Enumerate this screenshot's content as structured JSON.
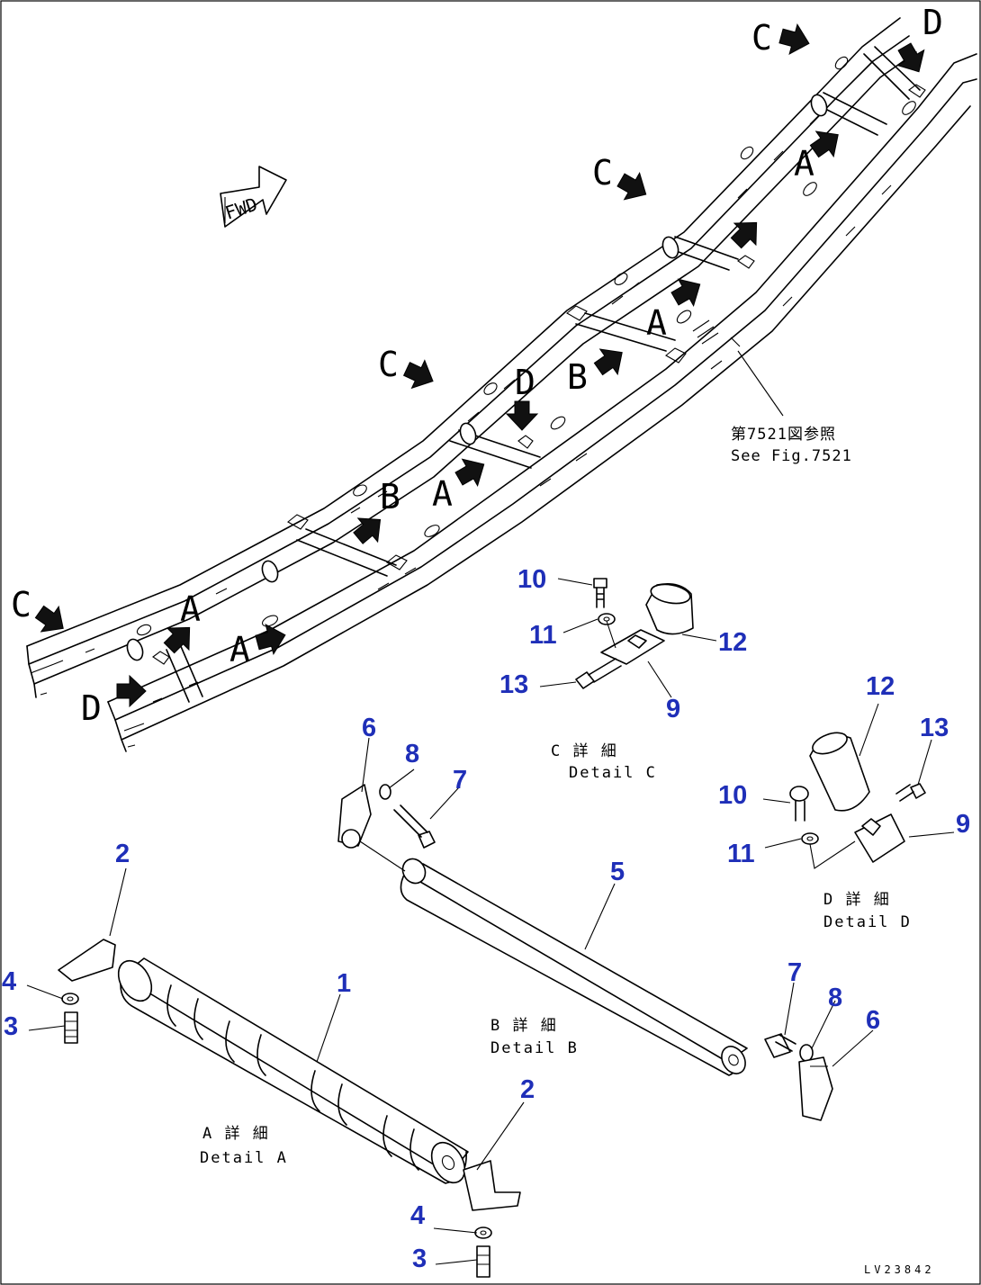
{
  "figure": {
    "forward_label": "FWD",
    "reference_jp": "第7521図参照",
    "reference_en": "See Fig.7521",
    "drawing_code": "LV23842"
  },
  "zone_letters": {
    "a": "A",
    "b": "B",
    "c": "C",
    "d": "D"
  },
  "details": {
    "a_jp": "A 詳 細",
    "a_en": "Detail A",
    "b_jp": "B 詳 細",
    "b_en": "Detail B",
    "c_jp": "C 詳 細",
    "c_en": "Detail C",
    "d_jp": "D 詳 細",
    "d_en": "Detail D"
  },
  "callouts": {
    "p1": "1",
    "p2": "2",
    "p3": "3",
    "p4": "4",
    "p5": "5",
    "p6": "6",
    "p7": "7",
    "p8": "8",
    "p9": "9",
    "p10": "10",
    "p11": "11",
    "p12": "12",
    "p13": "13"
  },
  "colors": {
    "callout": "#1f2fb8",
    "line": "#000000",
    "background": "#ffffff"
  }
}
